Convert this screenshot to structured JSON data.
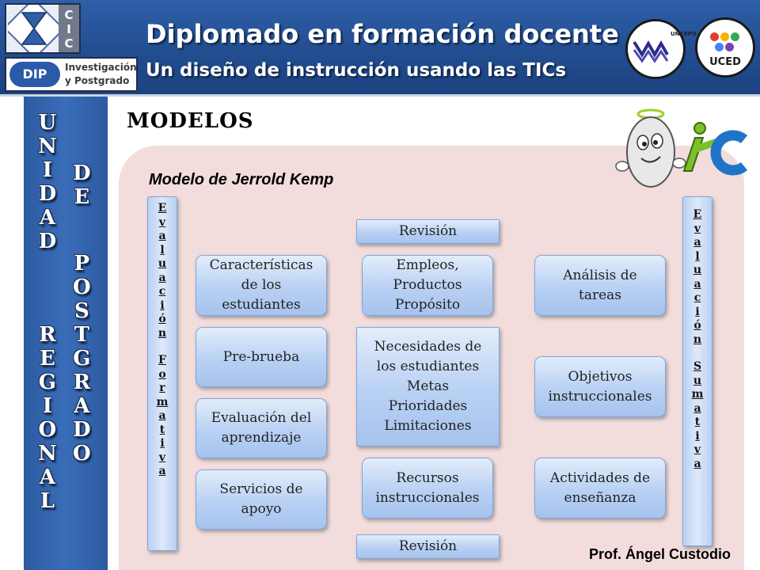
{
  "header": {
    "title": "Diplomado en formación docente",
    "subtitle": "Un diseño de instrucción usando las TICs",
    "logo_cic_letters": [
      "C",
      "I",
      "C"
    ],
    "logo_ip_mark": "DIP",
    "logo_ip_text_1": "Investigación",
    "logo_ip_text_2": "y Postgrado",
    "logo_unexpo_text": "UNEXPO",
    "logo_uced_text": "UCED",
    "colors": {
      "background": "#2a569a",
      "title": "#ffffff"
    }
  },
  "sidebar": {
    "word_1": [
      "U",
      "N",
      "I",
      "D",
      "A",
      "D"
    ],
    "word_2": [
      "R",
      "E",
      "G",
      "I",
      "O",
      "N",
      "A",
      "L"
    ],
    "word_3": [
      "D",
      "E"
    ],
    "word_4": [
      "P",
      "O",
      "S",
      "T",
      "G",
      "R",
      "A",
      "D",
      "O"
    ]
  },
  "page": {
    "heading": "MODELOS"
  },
  "mascot": {
    "logo_text": "tic",
    "colors": {
      "green": "#7bbf2a",
      "blue": "#1f74c8"
    }
  },
  "model": {
    "title": "Modelo de Jerrold Kemp",
    "formative_label": {
      "word_1": [
        "E",
        "v",
        "a",
        "l",
        "u",
        "a",
        "c",
        "i",
        "ó",
        "n"
      ],
      "word_2": [
        "F",
        "o",
        "r",
        "m",
        "a",
        "t",
        "i",
        "v",
        "a"
      ]
    },
    "summative_label": {
      "word_1": [
        "E",
        "v",
        "a",
        "l",
        "u",
        "a",
        "c",
        "i",
        "ó",
        "n"
      ],
      "word_2": [
        "S",
        "u",
        "m",
        "a",
        "t",
        "i",
        "v",
        "a"
      ]
    },
    "revision_top": "Revisión",
    "revision_bottom": "Revisión",
    "left_column": {
      "caracteristicas": "Características\nde los\nestudiantes",
      "prebrueba": "Pre-brueba",
      "evaluacion": "Evaluación del\naprendizaje",
      "servicios": "Servicios de\napoyo"
    },
    "center_column": {
      "empleos": "Empleos,\nProductos\nPropósito",
      "necesidades": "Necesidades de\nlos estudiantes\nMetas\nPrioridades\nLimitaciones",
      "recursos": "Recursos\ninstruccionales"
    },
    "right_column": {
      "analisis": "Análisis de\ntareas",
      "objetivos": "Objetivos\ninstruccionales",
      "actividades": "Actividades de\nenseñanza"
    },
    "colors": {
      "box_fill": "#b8d0f3",
      "panel": "#f2dcdc"
    }
  },
  "footer": {
    "credit": "Prof. Ángel Custodio"
  }
}
